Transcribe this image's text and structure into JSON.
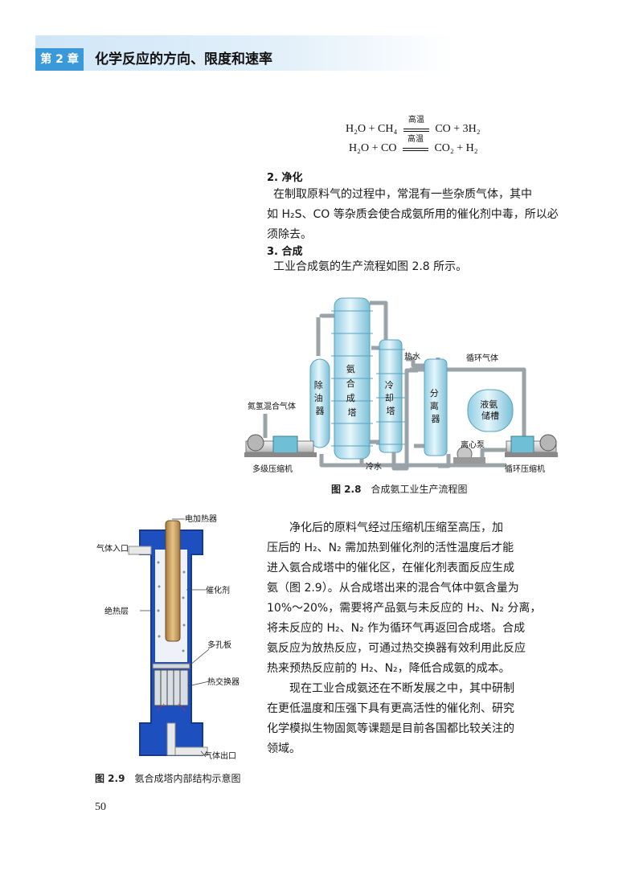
{
  "header": {
    "chapter_tag": "第 2 章",
    "chapter_title": "化学反应的方向、限度和速率"
  },
  "equations": [
    {
      "lhs": "H₂O + CH₄",
      "condition": "高温",
      "rhs": "CO + 3H₂"
    },
    {
      "lhs": "H₂O + CO",
      "condition": "高温",
      "rhs": "CO₂ + H₂"
    }
  ],
  "section_purify": {
    "heading": "2. 净化",
    "lines": [
      "在制取原料气的过程中，常混有一些杂质气体，其中",
      "如 H₂S、CO 等杂质会使合成氨所用的催化剂中毒，所以必",
      "须除去。"
    ]
  },
  "section_synth": {
    "heading": "3. 合成",
    "lines": [
      "工业合成氨的生产流程如图 2.8 所示。"
    ]
  },
  "figure_2_8": {
    "caption_num": "图 2.8",
    "caption_text": "合成氨工业生产流程图",
    "labels": {
      "oil_remover": [
        "除",
        "油",
        "器"
      ],
      "synth_tower": [
        "氨",
        "合",
        "成",
        "塔"
      ],
      "cooling_tower": [
        "冷",
        "却",
        "塔"
      ],
      "separator": [
        "分",
        "离",
        "器"
      ],
      "tank": [
        "液氨",
        "储槽"
      ],
      "hot_water": "热水",
      "cold_water": "冷水",
      "recycle_gas": "循环气体",
      "gas_mix": "氮氢混合气体",
      "pump": "离心泵",
      "multi_compressor": "多级压缩机",
      "recycle_compressor": "循环压缩机"
    }
  },
  "figure_2_9": {
    "caption_num": "图 2.9",
    "caption_text": "氨合成塔内部结构示意图",
    "labels": {
      "heater": "电加热器",
      "gas_in": "气体入口",
      "catalyst": "催化剂",
      "insulation": "绝热层",
      "porous_plate": "多孔板",
      "heat_exchanger": "热交换器",
      "gas_out": "气体出口"
    }
  },
  "body_paragraphs": [
    [
      "净化后的原料气经过压缩机压缩至高压，加",
      "压后的 H₂、N₂ 需加热到催化剂的活性温度后才能",
      "进入氨合成塔中的催化区，在催化剂表面反应生成",
      "氨（图 2.9）。从合成塔出来的混合气体中氨含量为",
      "10%～20%，需要将产品氨与未反应的 H₂、N₂ 分离，",
      "将未反应的 H₂、N₂ 作为循环气再返回合成塔。合成",
      "氨反应为放热反应，可通过热交换器有效利用此反应",
      "热来预热反应前的 H₂、N₂，降低合成氨的成本。"
    ],
    [
      "现在工业合成氨还在不断发展之中，其中研制",
      "在更低温度和压强下具有更高活性的催化剂、研究",
      "化学模拟生物固氮等课题是目前各国都比较关注的",
      "领域。"
    ]
  ],
  "page_number": "50",
  "colors": {
    "accent_blue": "#3a9ad9",
    "tower_blue": "#1d4fbf",
    "equipment": "#bfe3ef"
  }
}
